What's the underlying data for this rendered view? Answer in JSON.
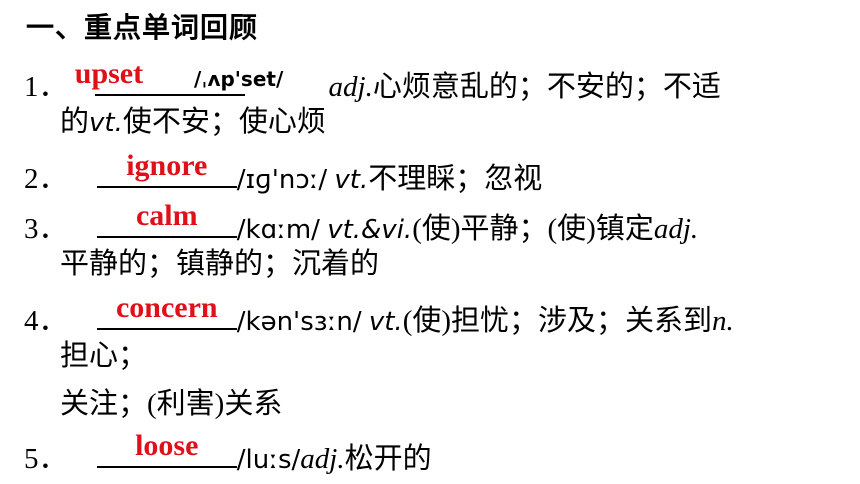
{
  "heading": "一、重点单词回顾",
  "items": [
    {
      "num": "1．",
      "answer": "upset",
      "phonetic": "/ˌʌp'set/",
      "pos": "adj.",
      "meaning1": "心烦意乱的；不安的；不适",
      "meaning2_pre": "的",
      "pos2": "vt.",
      "meaning2": "使不安；使心烦"
    },
    {
      "num": "2．",
      "answer": "ignore",
      "phonetic": "/ɪɡ'nɔː/",
      "pos": "vt.",
      "meaning": "不理睬；忽视"
    },
    {
      "num": "3．",
      "answer": "calm",
      "phonetic": "/kɑːm/",
      "pos": "vt.&vi.",
      "meaning1": "(使)平静；(使)镇定",
      "pos2": "adj.",
      "meaning2": "平静的；镇静的；沉着的"
    },
    {
      "num": "4．",
      "answer": "concern",
      "phonetic": "/kən'sɜːn/",
      "pos": "vt.",
      "meaning1": "(使)担忧；涉及；关系到",
      "pos2": "n.",
      "meaning2": "担心；",
      "meaning3": "关注；(利害)关系"
    },
    {
      "num": "5．",
      "answer": "loose",
      "phonetic": "/luːs/",
      "pos": "adj.",
      "meaning": "松开的"
    }
  ]
}
